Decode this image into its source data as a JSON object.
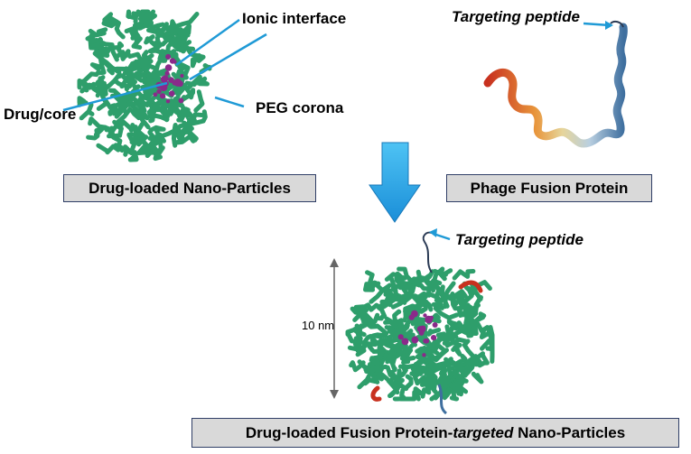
{
  "labels": {
    "ionic_interface": "Ionic interface",
    "drug_core": "Drug/core",
    "peg_corona": "PEG corona",
    "targeting_peptide_top": "Targeting peptide",
    "targeting_peptide_bottom": "Targeting peptide",
    "scale": "10 nm"
  },
  "boxes": {
    "nanoparticles": "Drug-loaded Nano-Particles",
    "phage_fusion": "Phage Fusion Protein",
    "targeted_prefix": "Drug-loaded Fusion Protein-",
    "targeted_italic": "targeted",
    "targeted_suffix": " Nano-Particles"
  },
  "colors": {
    "peg_green": "#2e9e6b",
    "core_purple": "#8a2a8a",
    "pointer_blue": "#1f9ad6",
    "flow_arrow": "#29a9e8",
    "box_fill": "#d9d9d9",
    "box_border": "#2f3e66"
  }
}
